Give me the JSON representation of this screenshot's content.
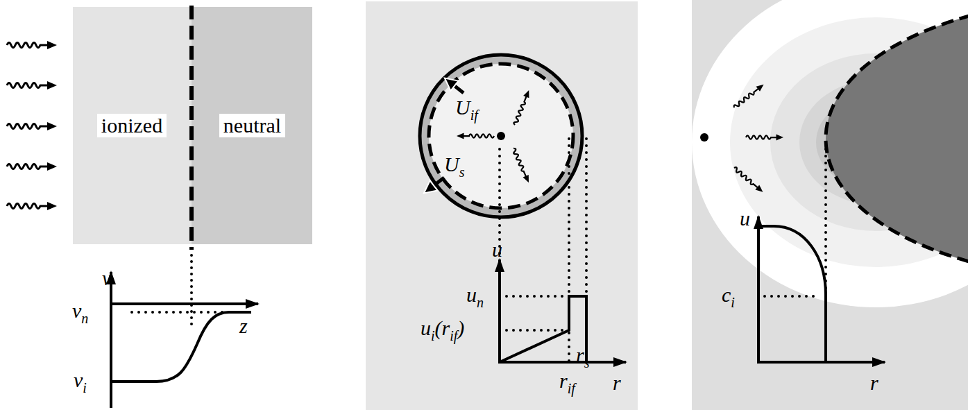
{
  "diagram": {
    "nodes": [
      {
        "text": [
          "ionized"
        ]
      },
      {
        "text": [
          "neutral"
        ]
      }
    ],
    "labels": [
      "v",
      "vn",
      "z",
      "vi",
      "Uif",
      "Us",
      "u",
      "un",
      "ui(rif)",
      "rs",
      "rif",
      "r",
      "u",
      "ci",
      "r"
    ]
  }
}
